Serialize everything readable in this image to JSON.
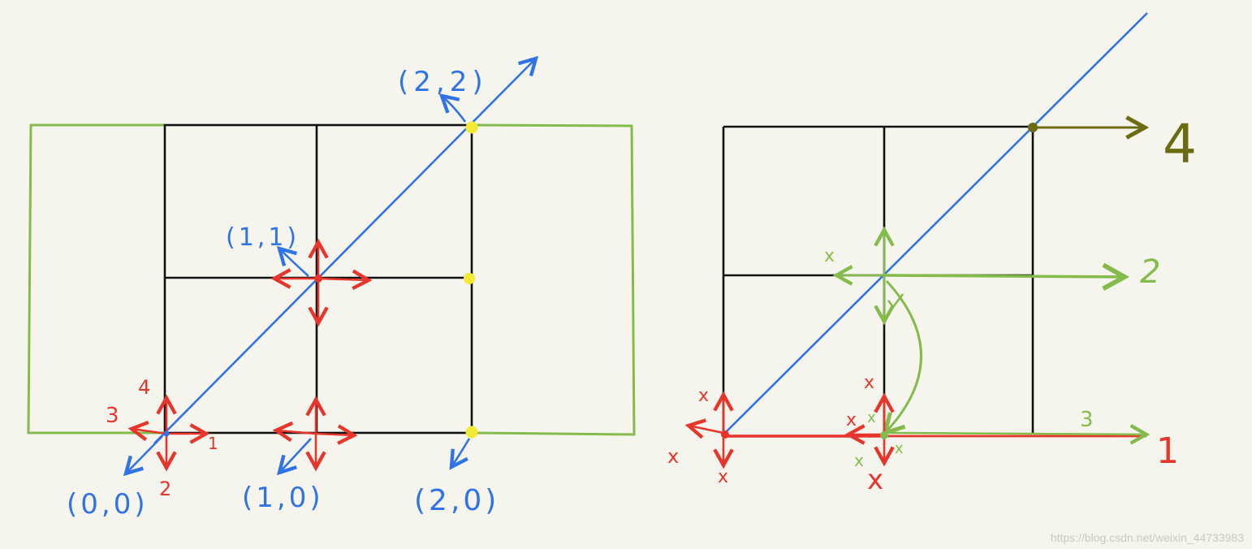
{
  "colors": {
    "background": "#f5f5ee",
    "grid": "#111111",
    "diagonal": "#2f73e6",
    "red": "#e8352b",
    "green": "#84bb4b",
    "olive": "#6b6b12",
    "yellow": "#f3ea34"
  },
  "left_panel": {
    "labels": {
      "p00": "(0,0)",
      "p10": "(1,0)",
      "p20": "(2,0)",
      "p11": "(1,1)",
      "p22": "(2,2)"
    },
    "direction_numbers": {
      "n1": "1",
      "n2": "2",
      "n3": "3",
      "n4": "4"
    }
  },
  "right_panel": {
    "edge_labels": {
      "e1": "1",
      "e2": "2",
      "e3": "3",
      "e4": "4"
    },
    "marks": {
      "x": "x"
    }
  },
  "watermark": "https://blog.csdn.net/weixin_44733983"
}
